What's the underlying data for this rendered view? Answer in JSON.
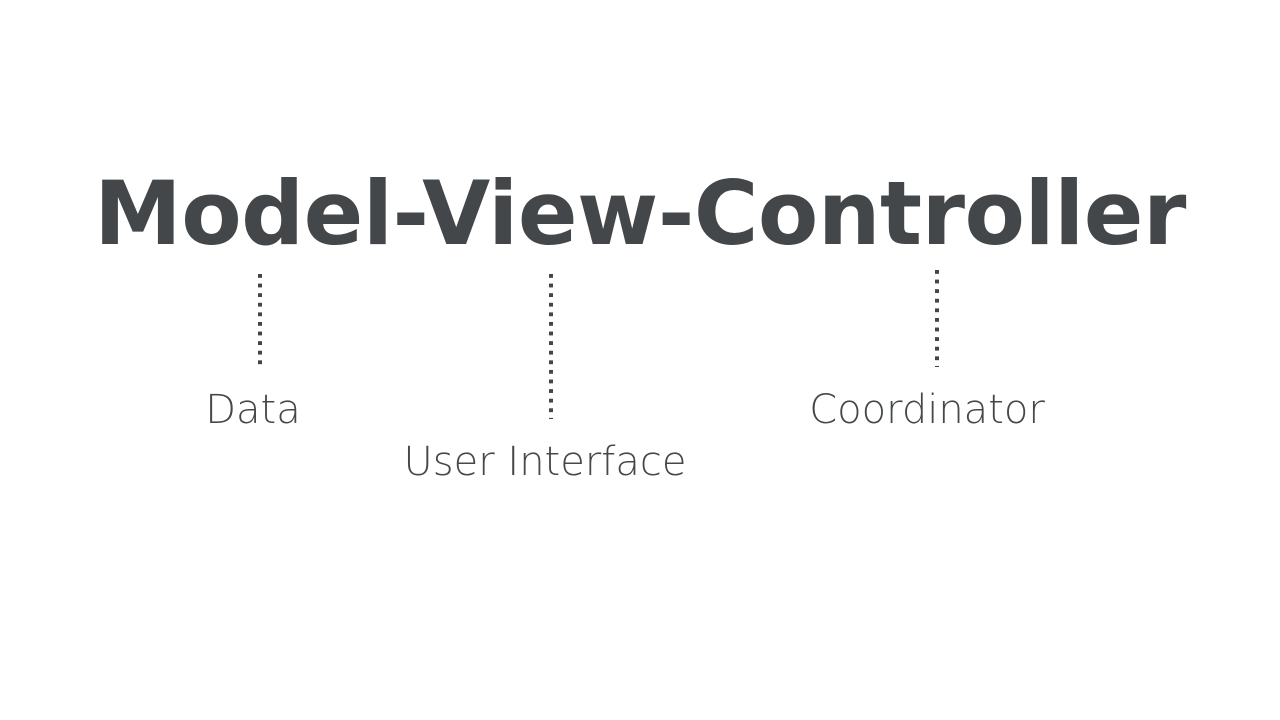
{
  "slide": {
    "background_color": "#ffffff",
    "title": {
      "text": "Model-View-Controller",
      "color": "#44474a"
    },
    "connectors": [
      {
        "name": "model-connector",
        "style": "dotted-vertical",
        "color": "#434649"
      },
      {
        "name": "view-connector",
        "style": "dotted-vertical",
        "color": "#434649"
      },
      {
        "name": "controller-connector",
        "style": "dotted-vertical",
        "color": "#434649"
      }
    ],
    "captions": [
      {
        "id": "model",
        "label": "Data",
        "color": "#45484b"
      },
      {
        "id": "view",
        "label": "User Interface",
        "color": "#45484b"
      },
      {
        "id": "controller",
        "label": "Coordinator",
        "color": "#45484b"
      }
    ]
  }
}
